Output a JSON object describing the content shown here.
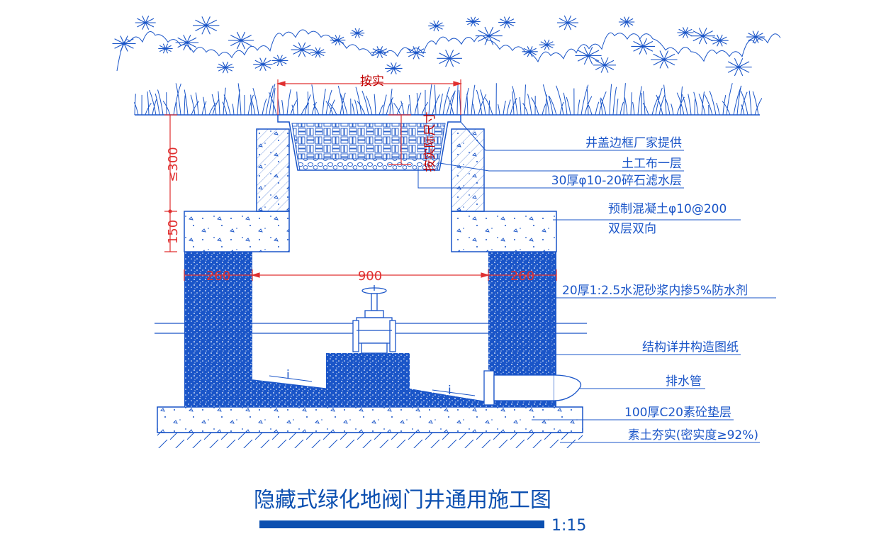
{
  "drawing": {
    "title": "隐藏式绿化地阀门井通用施工图",
    "scale": "1:15",
    "colors": {
      "line": "#1a55c8",
      "dim": "#e03030",
      "accent": "#0b4fb0",
      "red_note": "#c00000"
    }
  },
  "dimensions": {
    "cover_width": "按实",
    "cover_height": "按实际尺寸",
    "depth_top": "≤300",
    "slab_thickness": "150",
    "wall_left": "260",
    "inner_width": "900",
    "wall_right": "260"
  },
  "labels": {
    "cover_frame": "井盖边框厂家提供",
    "geotextile": "土工布一层",
    "gravel": "30厚φ10-20碎石滤水层",
    "precast_line1": "预制混凝土φ10@200",
    "precast_line2": "双层双向",
    "mortar": "20厚1:2.5水泥砂浆内掺5%防水剂",
    "structure": "结构详井构造图纸",
    "drain_pipe": "排水管",
    "cushion": "100厚C20素砼垫层",
    "soil": "素土夯实(密实度≥92%)",
    "slope_left": "i",
    "slope_right": "i"
  }
}
